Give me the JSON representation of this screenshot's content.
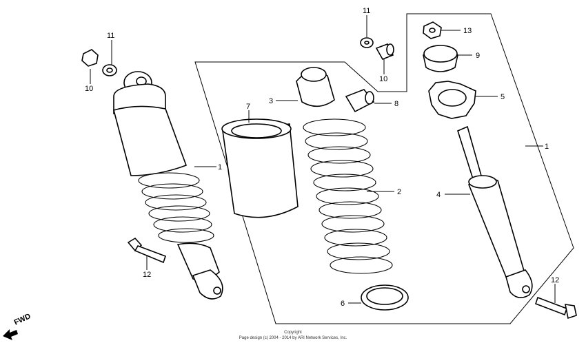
{
  "callouts": {
    "c1a": "1",
    "c1b": "1",
    "c2": "2",
    "c3": "3",
    "c4": "4",
    "c5": "5",
    "c6": "6",
    "c7": "7",
    "c8": "8",
    "c9": "9",
    "c10a": "10",
    "c10b": "10",
    "c11a": "11",
    "c11b": "11",
    "c12a": "12",
    "c12b": "12",
    "c13": "13"
  },
  "fwd": "FWD",
  "copyright": {
    "line1": "Copyright",
    "line2": "Page design (c) 2004 - 2014 by ARI Network Services, Inc."
  },
  "colors": {
    "line": "#000000",
    "background": "#ffffff"
  }
}
